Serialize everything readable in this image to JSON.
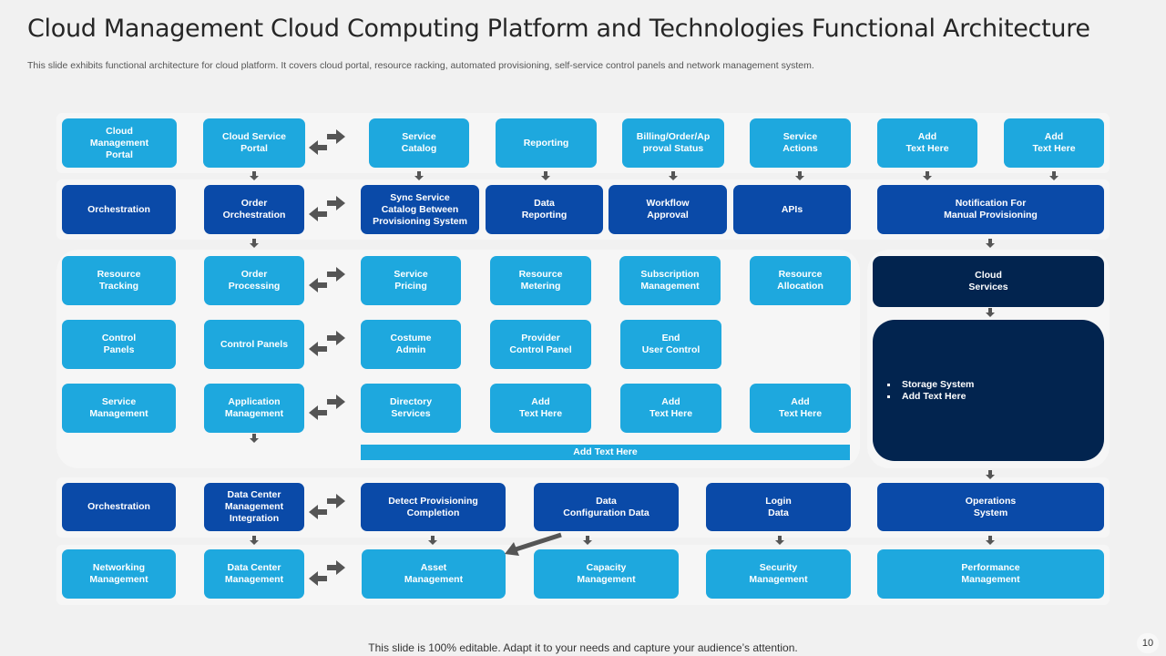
{
  "slide": {
    "title": "Cloud Management Cloud Computing Platform and Technologies Functional Architecture",
    "subtitle": "This slide exhibits functional architecture for cloud platform. It covers cloud portal, resource racking, automated provisioning, self-service control panels and network management system.",
    "footer": "This slide is 100% editable. Adapt it to your needs and capture your audience’s attention.",
    "page_number": "10"
  },
  "colors": {
    "light_blue": "#1ea8de",
    "dark_blue": "#0a4aa8",
    "navy": "#02244f",
    "arrow": "#555555",
    "panel": "#f6f6f6"
  },
  "row1": [
    "Cloud\nManagement\nPortal",
    "Cloud Service\nPortal",
    "Service\nCatalog",
    "Reporting",
    "Billing/Order/Ap\nproval Status",
    "Service\nActions",
    "Add\nText Here",
    "Add\nText Here"
  ],
  "row2": [
    "Orchestration",
    "Order\nOrchestration",
    "Sync Service\nCatalog Between\nProvisioning System",
    "Data\nReporting",
    "Workflow\nApproval",
    "APIs",
    "Notification For\nManual Provisioning"
  ],
  "grid": {
    "row_a": [
      "Resource\nTracking",
      "Order\nProcessing",
      "Service\nPricing",
      "Resource\nMetering",
      "Subscription\nManagement",
      "Resource\nAllocation"
    ],
    "row_b": [
      "Control\nPanels",
      "Control Panels",
      "Costume\nAdmin",
      "Provider\nControl Panel",
      "End\nUser Control"
    ],
    "row_c": [
      "Service\nManagement",
      "Application\nManagement",
      "Directory\nServices",
      "Add\nText Here",
      "Add\nText Here",
      "Add\nText Here"
    ],
    "bar": "Add Text Here"
  },
  "cloud": {
    "header": "Cloud\nServices",
    "items": [
      "Storage System",
      "Add Text Here"
    ]
  },
  "row4": [
    "Orchestration",
    "Data Center\nManagement\nIntegration",
    "Detect Provisioning\nCompletion",
    "Data\nConfiguration Data",
    "Login\nData",
    "Operations\nSystem"
  ],
  "row5": [
    "Networking\nManagement",
    "Data Center\nManagement",
    "Asset\nManagement",
    "Capacity\nManagement",
    "Security\nManagement",
    "Performance\nManagement"
  ]
}
